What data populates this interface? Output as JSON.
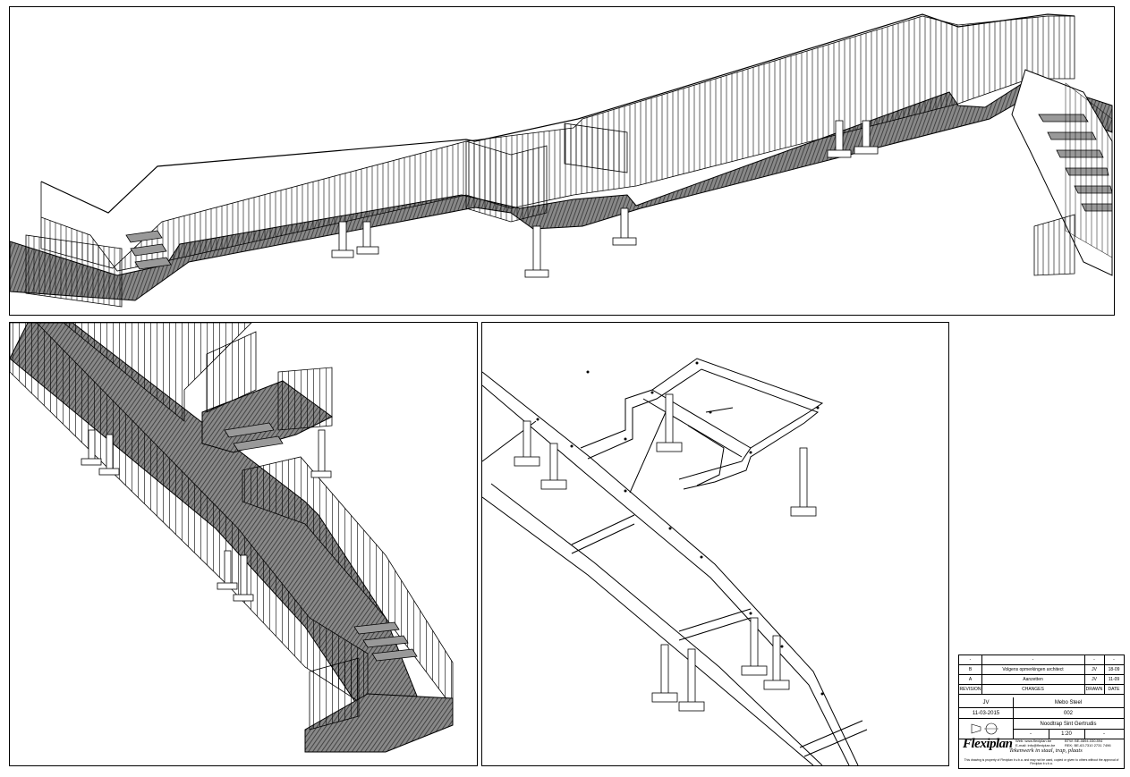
{
  "title_block": {
    "revision_rows": [
      {
        "rev": "-",
        "description": "-",
        "by": "-",
        "date": "-"
      },
      {
        "rev": "B",
        "description": "Volgens opmerkingen architect",
        "by": "JV",
        "date": "18-09"
      },
      {
        "rev": "A",
        "description": "Aanzetten",
        "by": "JV",
        "date": "11-09"
      }
    ],
    "header": {
      "rev": "REVISION",
      "description": "CHANGES",
      "by": "DRAWN",
      "date": "DATE"
    },
    "drawn_by": "JV",
    "client": "Mebo Steel",
    "date": "11-03-2015",
    "project_no": "002",
    "project_name": "Noodtrap Sint Gertrudis",
    "scale": "1:20",
    "dash": "-"
  },
  "company": {
    "name": "Flexiplan",
    "tagline": "Tekenwerk in staal, trap, plaats",
    "web_label": "Web:",
    "web": "www.flexiplan.be",
    "email_label": "E-mail:",
    "email": "info@flexiplan.be",
    "btw_label": "BTW:",
    "btw": "BE-0894.030.894",
    "rek_label": "REK:",
    "rek": "BE-63.7310 2731 7496"
  },
  "notice": "This drawing is property of Flexiplan b.v.b.a. and may not be used, copied or given to others without the approval of Flexiplan b.v.b.a."
}
